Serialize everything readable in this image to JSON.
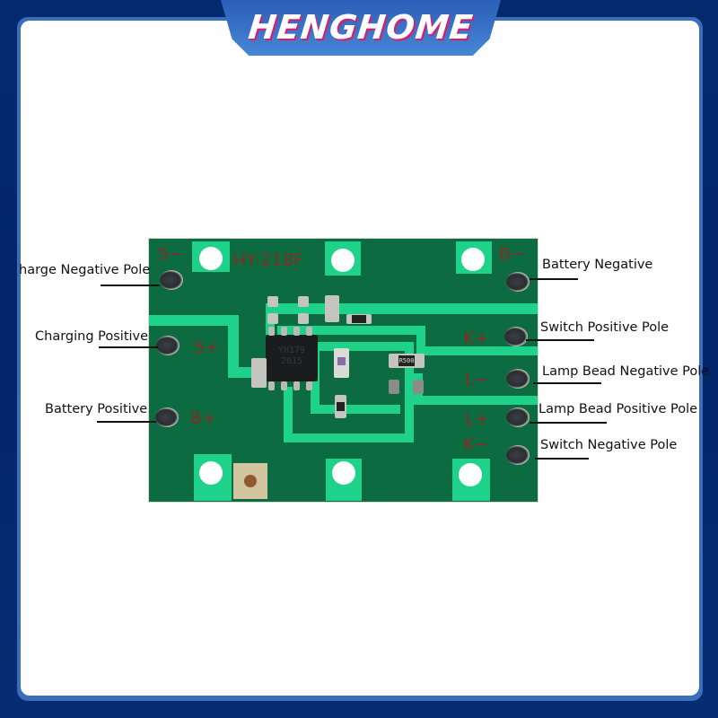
{
  "brand": {
    "name": "HENGHOME",
    "colors": {
      "background": "#042a6e",
      "tab": "#3a73c9",
      "text": "#ffffff",
      "text_shadow": "#e0196b",
      "panel": "#fefefe"
    }
  },
  "pcb": {
    "model": "HY-218F",
    "chip_marking": [
      "YH179",
      "2015"
    ],
    "resistor_markings": [
      "R500"
    ],
    "silkscreen": {
      "s_minus": "S−",
      "s_plus": "S+",
      "b_plus": "B+",
      "b_minus": "B−",
      "k_plus": "K+",
      "l_minus": "L−",
      "l_plus": "L+",
      "k_minus": "K−"
    },
    "colors": {
      "board": "#0c6b41",
      "trace": "#1ed28a",
      "silk": "#8a2a24"
    }
  },
  "labels": {
    "left": [
      {
        "text": "harge Negative Pole",
        "terminal": "S−"
      },
      {
        "text": "Charging Positive",
        "terminal": "S+"
      },
      {
        "text": "Battery Positive",
        "terminal": "B+"
      }
    ],
    "right": [
      {
        "text": "Battery Negative",
        "terminal": "B−"
      },
      {
        "text": "Switch Positive Pole",
        "terminal": "K+"
      },
      {
        "text": "Lamp Bead Negative Pole",
        "terminal": "L−"
      },
      {
        "text": "Lamp Bead Positive Pole",
        "terminal": "L+"
      },
      {
        "text": "Switch Negative Pole",
        "terminal": "K−"
      }
    ]
  }
}
